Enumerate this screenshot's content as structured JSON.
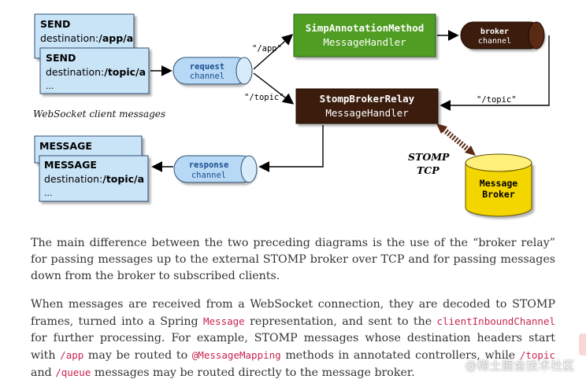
{
  "diagram": {
    "send_box_1": {
      "title": "SEND",
      "destination_label": "destination:",
      "destination_value": "/app/a"
    },
    "send_box_2": {
      "title": "SEND",
      "destination_label": "destination:",
      "destination_value": "/topic/a",
      "ellipsis": "..."
    },
    "client_messages_label": "WebSocket client messages",
    "request_channel": {
      "line1": "request",
      "line2": "channel"
    },
    "route_app": "\"/app\"",
    "route_topic": "\"/topic\"",
    "route_topic_return": "\"/topic\"",
    "simp_handler": {
      "line1": "SimpAnnotationMethod",
      "line2": "MessageHandler"
    },
    "broker_channel": {
      "line1": "broker",
      "line2": "channel"
    },
    "stomp_relay": {
      "line1": "StompBrokerRelay",
      "line2": "MessageHandler"
    },
    "stomp_tcp": {
      "line1": "STOMP",
      "line2": "TCP"
    },
    "message_broker": {
      "line1": "Message",
      "line2": "Broker"
    },
    "message_box_1": {
      "title": "MESSAGE"
    },
    "message_box_2": {
      "title": "MESSAGE",
      "destination_label": "destination:",
      "destination_value": "/topic/a",
      "ellipsis": "..."
    },
    "response_channel": {
      "line1": "response",
      "line2": "channel"
    }
  },
  "paragraph_1": "The main difference between the two preceding diagrams is the use of the “broker relay” for passing messages up to the external STOMP broker over TCP and for passing messages down from the broker to subscribed clients.",
  "paragraph_2": {
    "t1": "When messages are received from a WebSocket connection, they are decoded to STOMP frames, turned into a Spring ",
    "c1": "Message",
    "t2": " representation, and sent to the ",
    "c2": "clientInboundChannel",
    "t3": " for further processing. For example, STOMP messages whose destination headers start with ",
    "c3": "/app",
    "t4": " may be routed to ",
    "c4": "@MessageMapping",
    "t5": " methods in annotated controllers, while ",
    "c5": "/topic",
    "t6": " and ",
    "c6": "/queue",
    "t7": " messages may be routed directly to the message broker."
  },
  "watermark": "@稀土掘金技术社区",
  "colors": {
    "client_box_fill": "#c9e3f7",
    "channel_fill": "#b8d9f5",
    "simp_fill": "#4f9d22",
    "relay_fill": "#3b1a0c",
    "broker_channel_fill": "#3b1a0c",
    "message_broker_fill": "#f3d500",
    "inline_code": "#c7254e",
    "body_text": "#333333"
  }
}
